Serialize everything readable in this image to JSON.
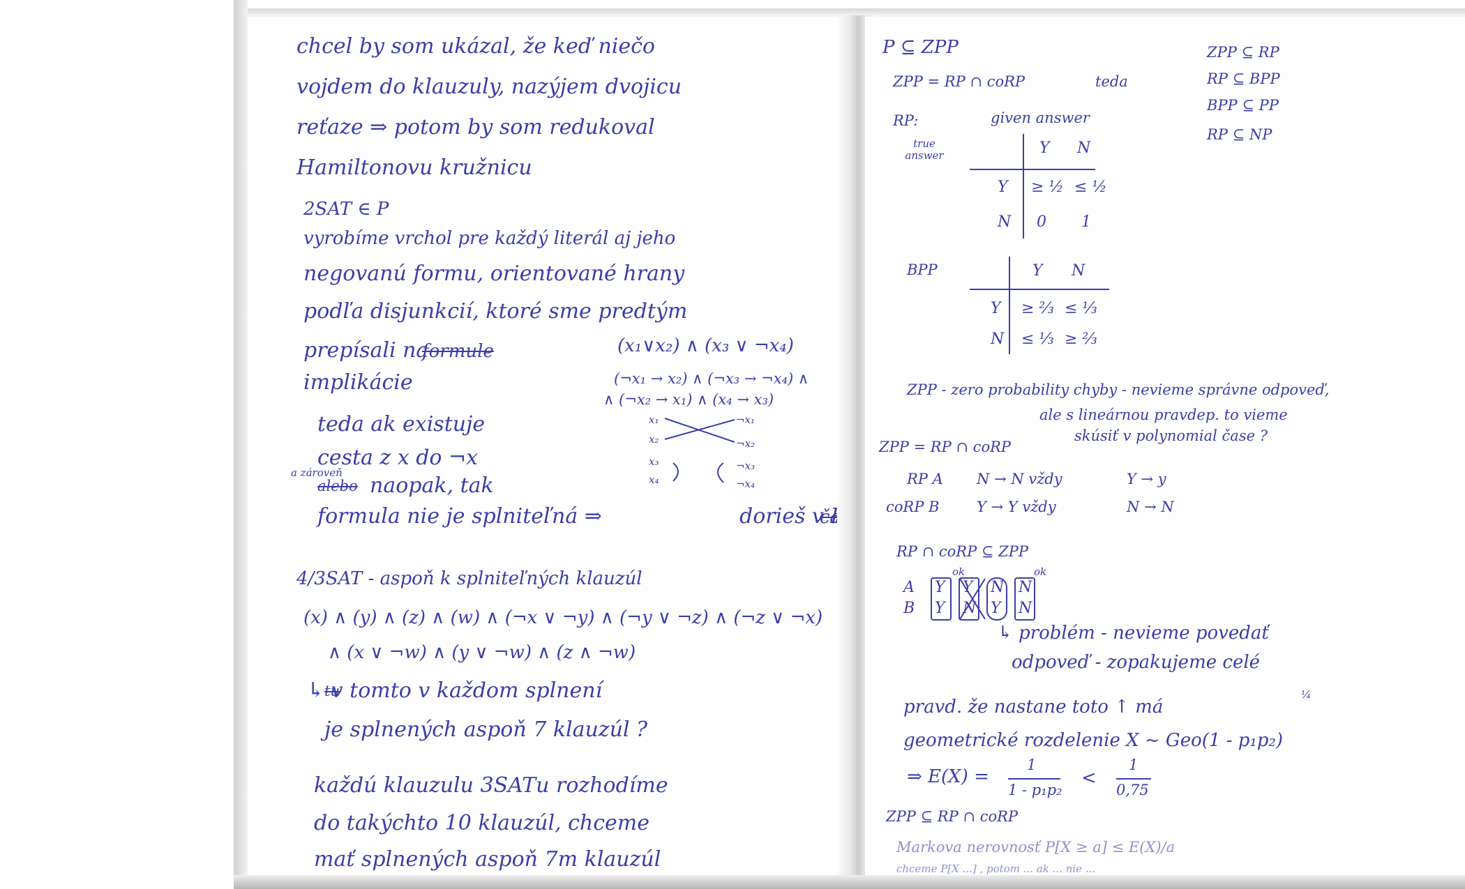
{
  "left_page": {
    "p1": [
      "chcel by som ukázal, že keď niečo",
      "vojdem do klauzuly, nazýjem dvojicu",
      "reťaze ⇒ potom by som redukoval",
      "Hamiltonovu kružnicu"
    ],
    "sat2_title": "2SAT ∈ P",
    "sat2_lines": [
      "vyrobíme vrchol pre každý literál aj jeho",
      "negovanú formu, orientované hrany",
      "podľa disjunkcií, ktoré sme predtým",
      "prepísali na",
      "implikácie"
    ],
    "sat2_strike": "formule",
    "formula1": "(x₁∨x₂) ∧ (x₃ ∨ ¬x₄)",
    "formula2": "(¬x₁ → x₂) ∧ (¬x₃ → ¬x₄) ∧",
    "formula3": "∧ (¬x₂ → x₁) ∧ (x₄ → x₃)",
    "graph_nodes_left": [
      "x₁",
      "x₂",
      "x₃",
      "x₄"
    ],
    "graph_nodes_right": [
      "¬x₁",
      "¬x₂",
      "¬x₃",
      "¬x₄"
    ],
    "sat2_cont": [
      "teda ak existuje",
      "cesta z x do ¬x",
      "naopak, tak",
      "formula nie je splniteľná ⇒ "
    ],
    "sat2_side_note": "a zároveň",
    "sat2_strike2": "alebo",
    "sat2_end": "dorieš v P",
    "sat2_end_strike": "čase",
    "sat4_title": "4/3SAT - aspoň k splniteľných klauzúl",
    "sat4_f1": "(x) ∧ (y) ∧ (z) ∧ (w) ∧ (¬x ∨ ¬y) ∧ (¬y ∨ ¬z) ∧ (¬z ∨ ¬x)",
    "sat4_f2": "∧ (x ∨ ¬w) ∧ (y ∨ ¬w) ∧ (z ∧ ¬w)",
    "sat4_q1": "↳ v tomto v každom splnení",
    "sat4_q1_strike": "tu",
    "sat4_q2": "je splnených aspoň 7 klauzúl ?",
    "sat4_p": [
      "každú klauzulu 3SATu rozhodíme",
      "do takýchto 10 klauzúl, chceme",
      "mať splnených aspoň 7m klauzúl"
    ]
  },
  "right_page": {
    "title": "P ⊆ ZPP",
    "zpp_def": "ZPP = RP ∩ coRP",
    "zpp_teda": "teda",
    "inclusions": [
      "ZPP ⊆ RP",
      "RP ⊆ BPP",
      "BPP ⊆ PP",
      "RP ⊆ NP"
    ],
    "rp_label": "RP:",
    "given_answer": "given answer",
    "true_answer": "true answer",
    "rp_table": {
      "cols": [
        "Y",
        "N"
      ],
      "rows": [
        {
          "h": "Y",
          "c": [
            "≥ ½",
            "≤ ½"
          ]
        },
        {
          "h": "N",
          "c": [
            "0",
            "1"
          ]
        }
      ]
    },
    "bpp_label": "BPP",
    "bpp_table": {
      "cols": [
        "Y",
        "N"
      ],
      "rows": [
        {
          "h": "Y",
          "c": [
            "≥ ⅔",
            "≤ ⅓"
          ]
        },
        {
          "h": "N",
          "c": [
            "≤ ⅓",
            "≥ ⅔"
          ]
        }
      ]
    },
    "zpp_note1": "ZPP - zero probability chyby - nevieme správne odpoveď,",
    "zpp_note2": "ale s lineárnou pravdep. to vieme",
    "zpp_note3": "skúsiť v polynomial čase ?",
    "zpp_def2": "ZPP = RP ∩ coRP",
    "rpa_label": "RP A",
    "rpa_1": "N → N vždy",
    "rpa_2": "Y → y",
    "corpb_label": "coRP B",
    "corpb_1": "Y → Y vždy",
    "corpb_2": "N → N",
    "rpcorp": "RP ∩ coRP ⊆ ZPP",
    "ab_labels": [
      "A",
      "B"
    ],
    "ok_mark": "ok",
    "box_cells": [
      [
        "Y",
        "Y",
        "N",
        "N"
      ],
      [
        "Y",
        "N",
        "Y",
        "N"
      ]
    ],
    "problem1": "↳ problém - nevieme povedať",
    "problem2": "odpoveď - zopakujeme celé",
    "prav1": "pravd. že nastane toto ↑ má",
    "prav_frac": "¼",
    "prav2": "geometrické rozdelenie   X ~ Geo(1 - p₁p₂)",
    "ex_lhs": "⇒ E(X) =",
    "ex_f1_num": "1",
    "ex_f1_den": "1 - p₁p₂",
    "ex_lt": "<",
    "ex_f2_num": "1",
    "ex_f2_den": "0,75",
    "zpp_sub": "ZPP ⊆ RP ∩ coRP",
    "markov": "Markova nerovnosť  P[X ≥ a] ≤ E(X)/a",
    "last_line": "chceme P[X ...] ,  potom ... ak ... nie ..."
  }
}
